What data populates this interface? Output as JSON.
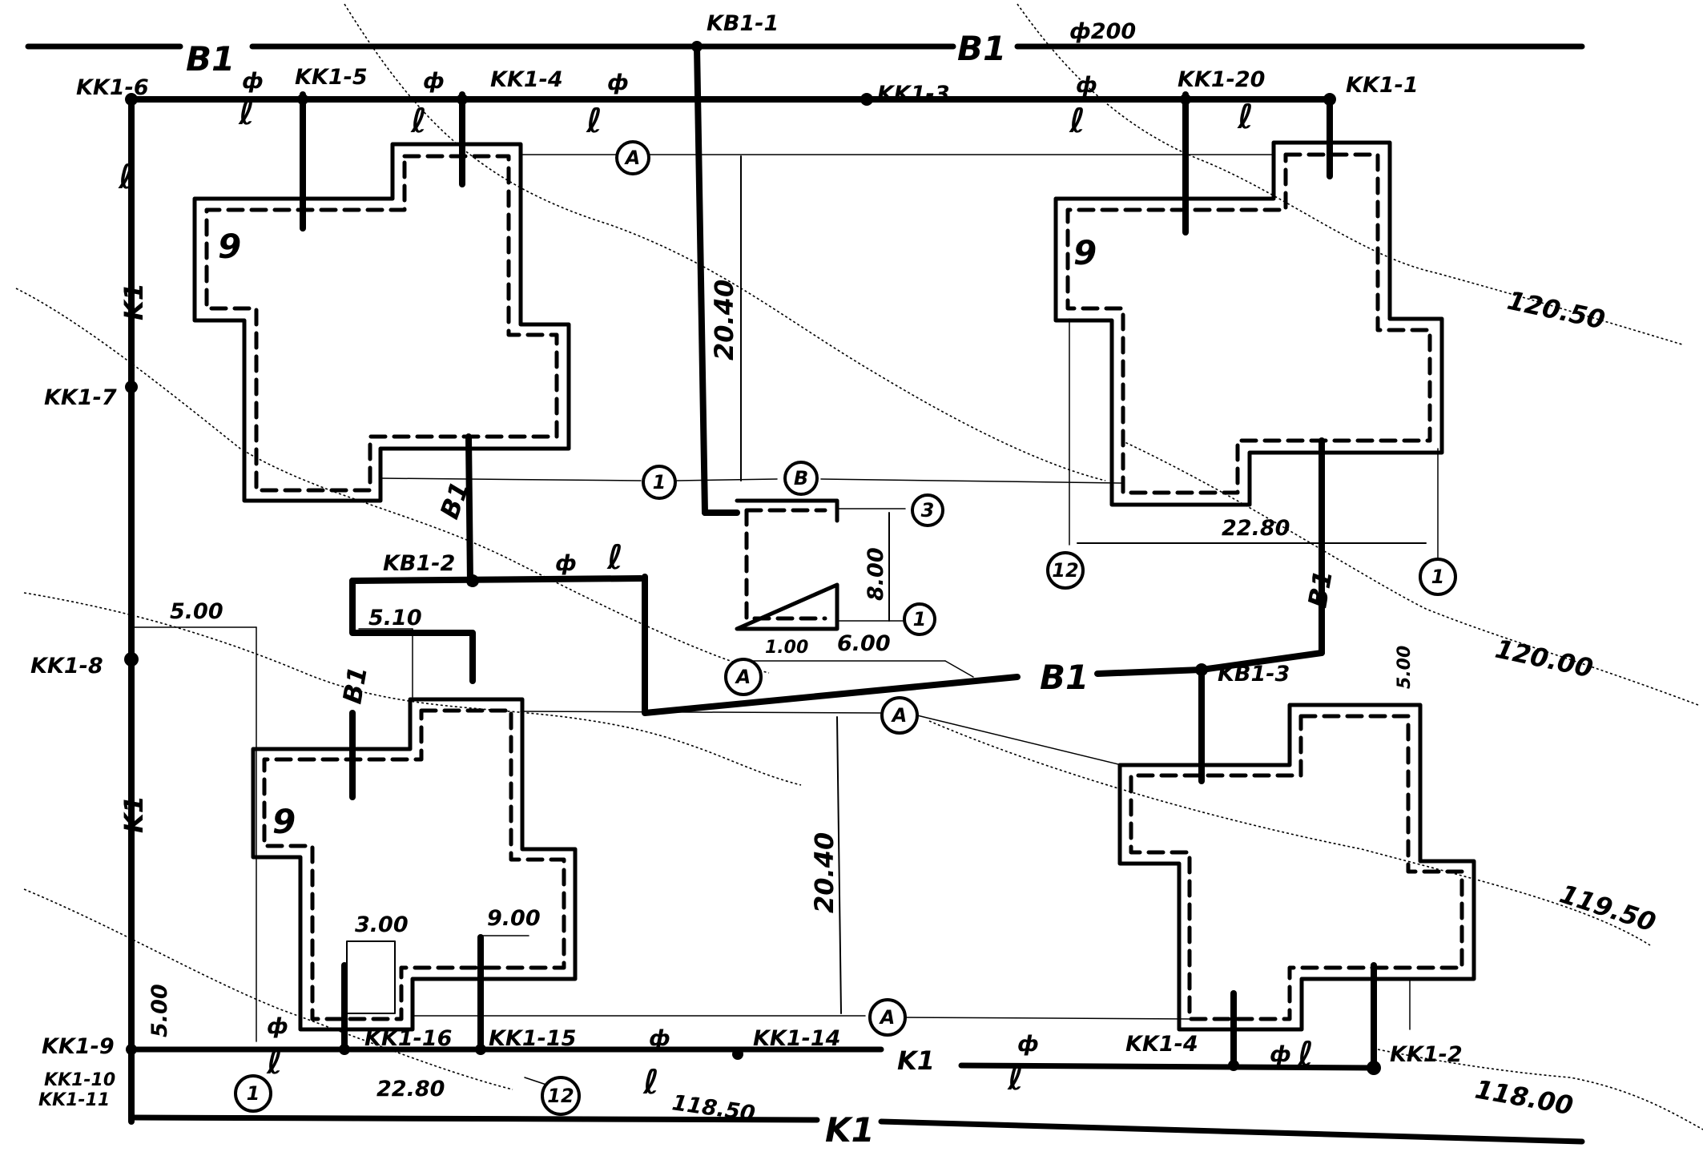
{
  "lines": {
    "water_top": "B1",
    "water_top_2": "B1",
    "water_top_diam": "ф200",
    "water_branch_left": "B1",
    "water_branch_center": "B1",
    "water_branch_right": "B1",
    "water_branch_mid": "B1",
    "sewer_bottom": "K1",
    "sewer_bottom_2": "K1",
    "sewer_left": "K1",
    "sewer_left_2": "K1"
  },
  "wells": {
    "kb1_1": "KB1-1",
    "kb1_2": "KB1-2",
    "kb1_3": "KB1-3",
    "kk1_1": "KK1-1",
    "kk1_2": "KK1-2",
    "kk1_3": "KK1-3",
    "kk1_4": "KK1-4",
    "kk1_5": "KK1-5",
    "kk1_6": "KK1-6",
    "kk1_7": "KK1-7",
    "kk1_8": "KK1-8",
    "kk1_9": "KK1-9",
    "kk1_10": "KK1-10",
    "kk1_11": "KK1-11",
    "kk1_14": "KK1-14",
    "kk1_15": "KK1-15",
    "kk1_16": "KK1-16",
    "kk1_20": "KK1-20"
  },
  "pipe_marks": {
    "phi": "ф",
    "l": "l",
    "l_script": "ℓ"
  },
  "buildings": {
    "nw_label": "9",
    "ne_label": "9",
    "sw_label": "9"
  },
  "dimensions": {
    "d_20_40_top": "20.40",
    "d_20_40_bottom": "20.40",
    "d_22_80_right": "22.80",
    "d_22_80_bottom": "22.80",
    "d_8_00": "8.00",
    "d_6_00": "6.00",
    "d_1_00": "1.00",
    "d_5_00_left": "5.00",
    "d_5_00_vert": "5.00",
    "d_5_00_right": "5.00",
    "d_5_10": "5.10",
    "d_3_00": "3.00",
    "d_9_00": "9.00"
  },
  "elevations": {
    "e_120_50": "120.50",
    "e_120_00": "120.00",
    "e_119_50": "119.50",
    "e_118_50": "118.50",
    "e_118_00": "118.00"
  },
  "axes": {
    "a_top": "A",
    "a_mid_left": "1",
    "b_mid": "B",
    "ax_3": "3",
    "ax_1_small": "1",
    "ax_12_right": "12",
    "ax_1_right": "1",
    "a_small": "A",
    "a_mid": "A",
    "a_bottom": "A",
    "ax_1_bottom": "1",
    "ax_12_bottom": "12"
  }
}
